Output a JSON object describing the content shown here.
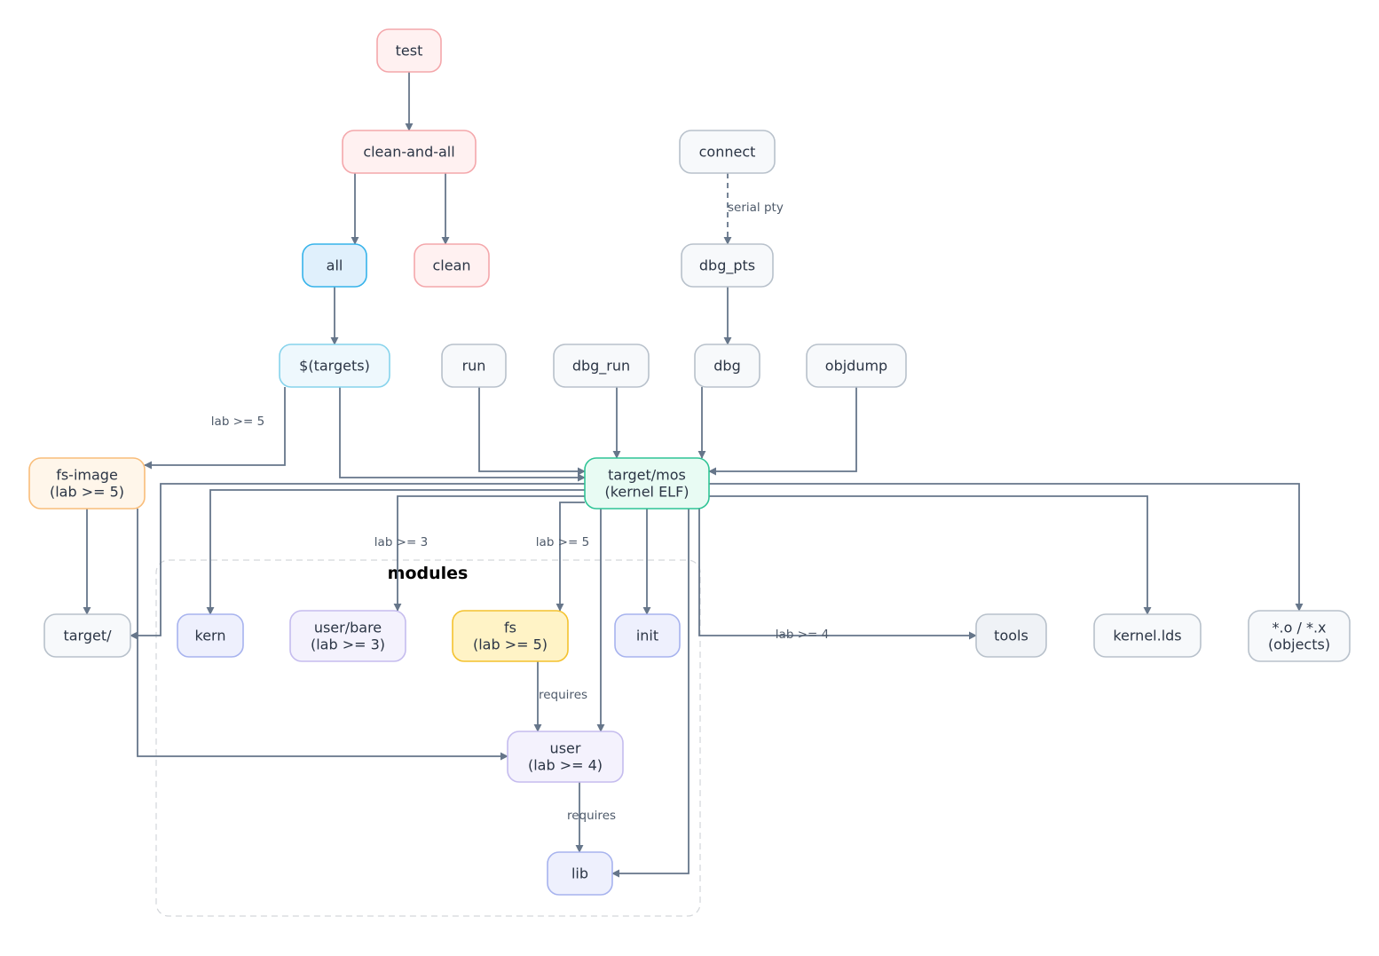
{
  "diagram": {
    "cluster": {
      "title": "modules"
    },
    "styles": {
      "red": {
        "fill": "#fff1f1",
        "stroke": "#f4a7ab"
      },
      "blue": {
        "fill": "#e0f0fc",
        "stroke": "#36b3ea"
      },
      "cyan": {
        "fill": "#eef8fd",
        "stroke": "#86d3ec"
      },
      "gray": {
        "fill": "#f7f9fb",
        "stroke": "#b8c1cb"
      },
      "green": {
        "fill": "#e8fbf3",
        "stroke": "#2fc496"
      },
      "orange": {
        "fill": "#fff6ea",
        "stroke": "#f9bd7a"
      },
      "indigo": {
        "fill": "#eef0fd",
        "stroke": "#a7b3ee"
      },
      "purple": {
        "fill": "#f4f2fd",
        "stroke": "#c5bcee"
      },
      "yellow": {
        "fill": "#fff3c6",
        "stroke": "#f4c22f"
      },
      "slate": {
        "fill": "#eff2f6",
        "stroke": "#b8c1cb"
      }
    },
    "nodes": [
      {
        "id": "test",
        "lines": [
          "test"
        ],
        "style": "red"
      },
      {
        "id": "clean-and-all",
        "lines": [
          "clean-and-all"
        ],
        "style": "red"
      },
      {
        "id": "all",
        "lines": [
          "all"
        ],
        "style": "blue"
      },
      {
        "id": "clean",
        "lines": [
          "clean"
        ],
        "style": "red"
      },
      {
        "id": "connect",
        "lines": [
          "connect"
        ],
        "style": "gray"
      },
      {
        "id": "dbg_pts",
        "lines": [
          "dbg_pts"
        ],
        "style": "gray"
      },
      {
        "id": "targets",
        "lines": [
          "$(targets)"
        ],
        "style": "cyan"
      },
      {
        "id": "run",
        "lines": [
          "run"
        ],
        "style": "gray"
      },
      {
        "id": "dbg_run",
        "lines": [
          "dbg_run"
        ],
        "style": "gray"
      },
      {
        "id": "dbg",
        "lines": [
          "dbg"
        ],
        "style": "gray"
      },
      {
        "id": "objdump",
        "lines": [
          "objdump"
        ],
        "style": "gray"
      },
      {
        "id": "fs-image",
        "lines": [
          "fs-image",
          "(lab >= 5)"
        ],
        "style": "orange"
      },
      {
        "id": "mos",
        "lines": [
          "target/mos",
          "(kernel ELF)"
        ],
        "style": "green"
      },
      {
        "id": "target-dir",
        "lines": [
          "target/"
        ],
        "style": "gray"
      },
      {
        "id": "kern",
        "lines": [
          "kern"
        ],
        "style": "indigo"
      },
      {
        "id": "user-bare",
        "lines": [
          "user/bare",
          "(lab >= 3)"
        ],
        "style": "purple"
      },
      {
        "id": "fs",
        "lines": [
          "fs",
          "(lab >= 5)"
        ],
        "style": "yellow"
      },
      {
        "id": "init",
        "lines": [
          "init"
        ],
        "style": "indigo"
      },
      {
        "id": "tools",
        "lines": [
          "tools"
        ],
        "style": "slate"
      },
      {
        "id": "kernel-lds",
        "lines": [
          "kernel.lds"
        ],
        "style": "gray"
      },
      {
        "id": "objects",
        "lines": [
          "*.o / *.x",
          "(objects)"
        ],
        "style": "gray"
      },
      {
        "id": "user",
        "lines": [
          "user",
          "(lab >= 4)"
        ],
        "style": "purple"
      },
      {
        "id": "lib",
        "lines": [
          "lib"
        ],
        "style": "indigo"
      }
    ],
    "edges": [
      {
        "id": "test-cleanandall",
        "from": "test",
        "to": "clean-and-all",
        "label": ""
      },
      {
        "id": "cleanandall-all",
        "from": "clean-and-all",
        "to": "all",
        "label": ""
      },
      {
        "id": "cleanandall-clean",
        "from": "clean-and-all",
        "to": "clean",
        "label": ""
      },
      {
        "id": "connect-dbgpts",
        "from": "connect",
        "to": "dbg_pts",
        "label": "serial pty",
        "dashed": true
      },
      {
        "id": "dbgpts-dbg",
        "from": "dbg_pts",
        "to": "dbg",
        "label": ""
      },
      {
        "id": "all-targets",
        "from": "all",
        "to": "targets",
        "label": ""
      },
      {
        "id": "targets-fsimage",
        "from": "targets",
        "to": "fs-image",
        "label": "lab >= 5"
      },
      {
        "id": "targets-mos",
        "from": "targets",
        "to": "mos",
        "label": ""
      },
      {
        "id": "run-mos",
        "from": "run",
        "to": "mos",
        "label": ""
      },
      {
        "id": "dbgrun-mos",
        "from": "dbg_run",
        "to": "mos",
        "label": ""
      },
      {
        "id": "dbg-mos",
        "from": "dbg",
        "to": "mos",
        "label": ""
      },
      {
        "id": "objdump-mos",
        "from": "objdump",
        "to": "mos",
        "label": ""
      },
      {
        "id": "fsimage-targetdir",
        "from": "fs-image",
        "to": "target-dir",
        "label": ""
      },
      {
        "id": "fsimage-user",
        "from": "fs-image",
        "to": "user",
        "label": ""
      },
      {
        "id": "mos-targetdir",
        "from": "mos",
        "to": "target-dir",
        "label": ""
      },
      {
        "id": "mos-kern",
        "from": "mos",
        "to": "kern",
        "label": ""
      },
      {
        "id": "mos-userbare",
        "from": "mos",
        "to": "user-bare",
        "label": "lab >= 3"
      },
      {
        "id": "mos-fs",
        "from": "mos",
        "to": "fs",
        "label": "lab >= 5"
      },
      {
        "id": "mos-init",
        "from": "mos",
        "to": "init",
        "label": ""
      },
      {
        "id": "mos-user",
        "from": "mos",
        "to": "user",
        "label": ""
      },
      {
        "id": "mos-lib",
        "from": "mos",
        "to": "lib",
        "label": ""
      },
      {
        "id": "mos-tools",
        "from": "mos",
        "to": "tools",
        "label": "lab >= 4"
      },
      {
        "id": "mos-kernellds",
        "from": "mos",
        "to": "kernel-lds",
        "label": ""
      },
      {
        "id": "mos-objects",
        "from": "mos",
        "to": "objects",
        "label": ""
      },
      {
        "id": "fs-user",
        "from": "fs",
        "to": "user",
        "label": "requires"
      },
      {
        "id": "user-lib",
        "from": "user",
        "to": "lib",
        "label": "requires"
      }
    ]
  }
}
